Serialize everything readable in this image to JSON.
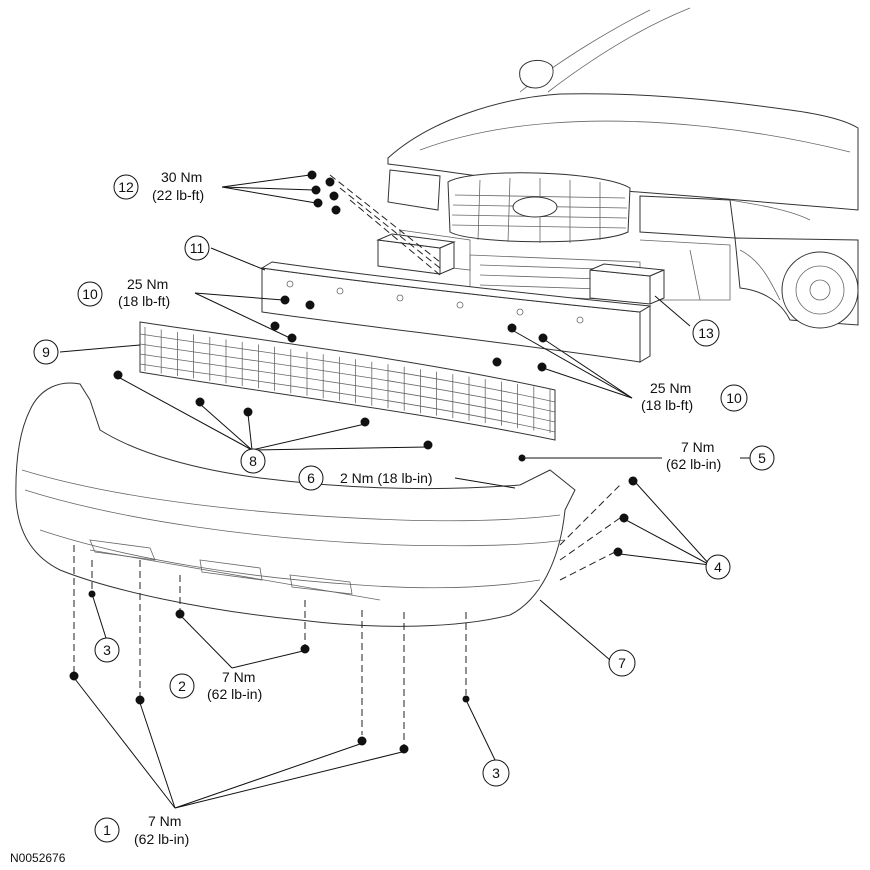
{
  "diagram": {
    "reference_id": "N0052676",
    "callouts": [
      {
        "id": "c1",
        "number": "1",
        "torque_nm": "7 Nm",
        "torque_imperial": "(62 lb-in)"
      },
      {
        "id": "c2",
        "number": "2",
        "torque_nm": "7 Nm",
        "torque_imperial": "(62 lb-in)"
      },
      {
        "id": "c3a",
        "number": "3"
      },
      {
        "id": "c3b",
        "number": "3"
      },
      {
        "id": "c4",
        "number": "4"
      },
      {
        "id": "c5",
        "number": "5",
        "torque_nm": "7 Nm",
        "torque_imperial": "(62 lb-in)"
      },
      {
        "id": "c6",
        "number": "6",
        "torque_single": "2 Nm (18 lb-in)"
      },
      {
        "id": "c7",
        "number": "7"
      },
      {
        "id": "c8",
        "number": "8"
      },
      {
        "id": "c9",
        "number": "9"
      },
      {
        "id": "c10a",
        "number": "10",
        "torque_nm": "25 Nm",
        "torque_imperial": "(18 lb-ft)"
      },
      {
        "id": "c10b",
        "number": "10",
        "torque_nm": "25 Nm",
        "torque_imperial": "(18 lb-ft)"
      },
      {
        "id": "c11",
        "number": "11"
      },
      {
        "id": "c12",
        "number": "12",
        "torque_nm": "30 Nm",
        "torque_imperial": "(22 lb-ft)"
      },
      {
        "id": "c13",
        "number": "13"
      }
    ]
  }
}
